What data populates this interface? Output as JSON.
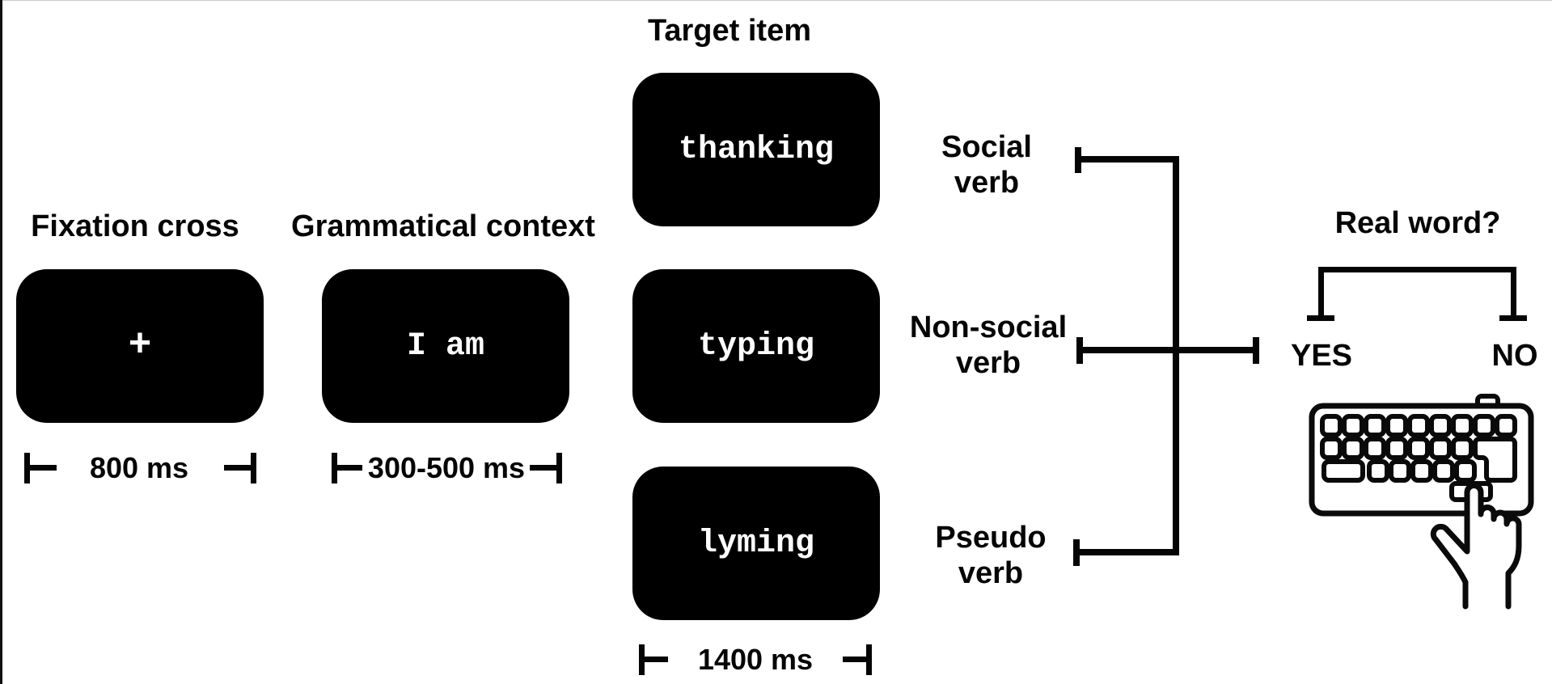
{
  "timeline": {
    "fixation": {
      "label": "Fixation cross",
      "stimulus": "+",
      "duration": "800 ms"
    },
    "context": {
      "label": "Grammatical context",
      "stimulus": "I am",
      "duration": "300-500 ms"
    },
    "target": {
      "label": "Target item",
      "duration": "1400 ms",
      "items": [
        {
          "word": "thanking"
        },
        {
          "word": "typing"
        },
        {
          "word": "lyming"
        }
      ]
    }
  },
  "categories": [
    {
      "line1": "Social",
      "line2": "verb"
    },
    {
      "line1": "Non-social",
      "line2": "verb"
    },
    {
      "line1": "Pseudo",
      "line2": "verb"
    }
  ],
  "decision": {
    "question": "Real word?",
    "yes": "YES",
    "no": "NO",
    "icon": "keyboard-tap-hand-icon"
  },
  "colors": {
    "background": "#ffffff",
    "stimulus_screen": "#000000",
    "stimulus_text": "#ffffff",
    "line": "#050505"
  }
}
